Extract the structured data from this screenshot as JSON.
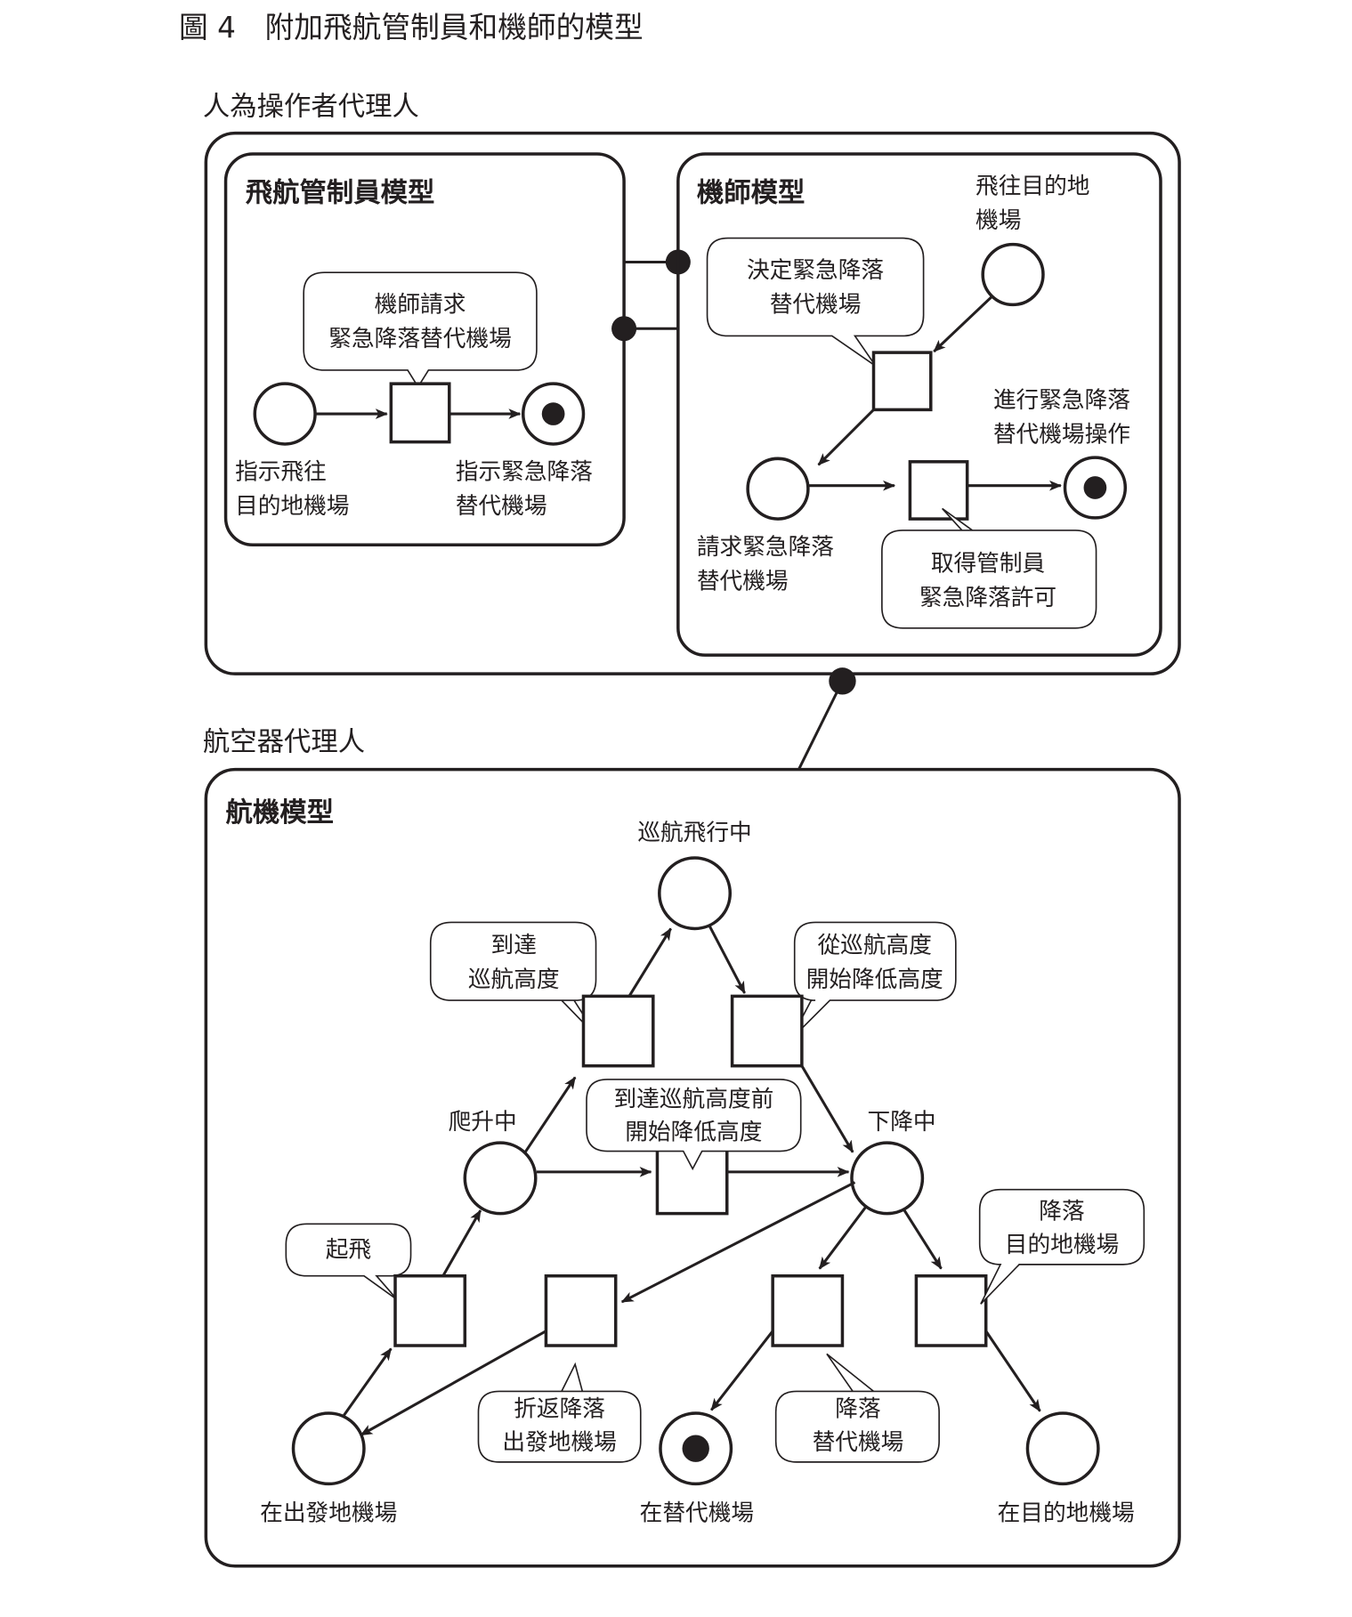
{
  "figure": {
    "title": "圖 4　附加飛航管制員和機師的模型",
    "colors": {
      "ink": "#231f20",
      "background": "#ffffff"
    }
  },
  "human_agent": {
    "label": "人為操作者代理人",
    "atc_model": {
      "title": "飛航管制員模型",
      "places": [
        {
          "id": "atc_p1",
          "label": [
            "指示飛往",
            "目的地機場"
          ],
          "token": false
        },
        {
          "id": "atc_p2",
          "label": [
            "指示緊急降落",
            "替代機場"
          ],
          "token": true
        }
      ],
      "transitions": [
        {
          "id": "atc_t1",
          "callout": [
            "機師請求",
            "緊急降落替代機場"
          ]
        }
      ]
    },
    "pilot_model": {
      "title": "機師模型",
      "places": [
        {
          "id": "pil_p1",
          "label": [
            "飛往目的地",
            "機場"
          ],
          "token": false
        },
        {
          "id": "pil_p2",
          "label": [
            "請求緊急降落",
            "替代機場"
          ],
          "token": false
        },
        {
          "id": "pil_p3",
          "label": [
            "進行緊急降落",
            "替代機場操作"
          ],
          "token": true
        }
      ],
      "transitions": [
        {
          "id": "pil_t1",
          "callout": [
            "決定緊急降落",
            "替代機場"
          ]
        },
        {
          "id": "pil_t2",
          "callout": [
            "取得管制員",
            "緊急降落許可"
          ]
        }
      ]
    }
  },
  "aircraft_agent": {
    "label": "航空器代理人",
    "aircraft_model": {
      "title": "航機模型",
      "places": [
        {
          "id": "cruise",
          "label": [
            "巡航飛行中"
          ],
          "token": false
        },
        {
          "id": "climb",
          "label": [
            "爬升中"
          ],
          "token": false
        },
        {
          "id": "descend",
          "label": [
            "下降中"
          ],
          "token": false
        },
        {
          "id": "origin",
          "label": [
            "在出發地機場"
          ],
          "token": false
        },
        {
          "id": "alternate",
          "label": [
            "在替代機場"
          ],
          "token": true
        },
        {
          "id": "destination",
          "label": [
            "在目的地機場"
          ],
          "token": false
        }
      ],
      "transitions": [
        {
          "id": "t_reach_cruise",
          "callout": [
            "到達",
            "巡航高度"
          ]
        },
        {
          "id": "t_start_descent",
          "callout": [
            "從巡航高度",
            "開始降低高度"
          ]
        },
        {
          "id": "t_early_descent",
          "callout": [
            "到達巡航高度前",
            "開始降低高度"
          ]
        },
        {
          "id": "t_takeoff",
          "callout": [
            "起飛"
          ]
        },
        {
          "id": "t_return",
          "callout": [
            "折返降落",
            "出發地機場"
          ]
        },
        {
          "id": "t_land_alt",
          "callout": [
            "降落",
            "替代機場"
          ]
        },
        {
          "id": "t_land_dest",
          "callout": [
            "降落",
            "目的地機場"
          ]
        }
      ]
    }
  }
}
